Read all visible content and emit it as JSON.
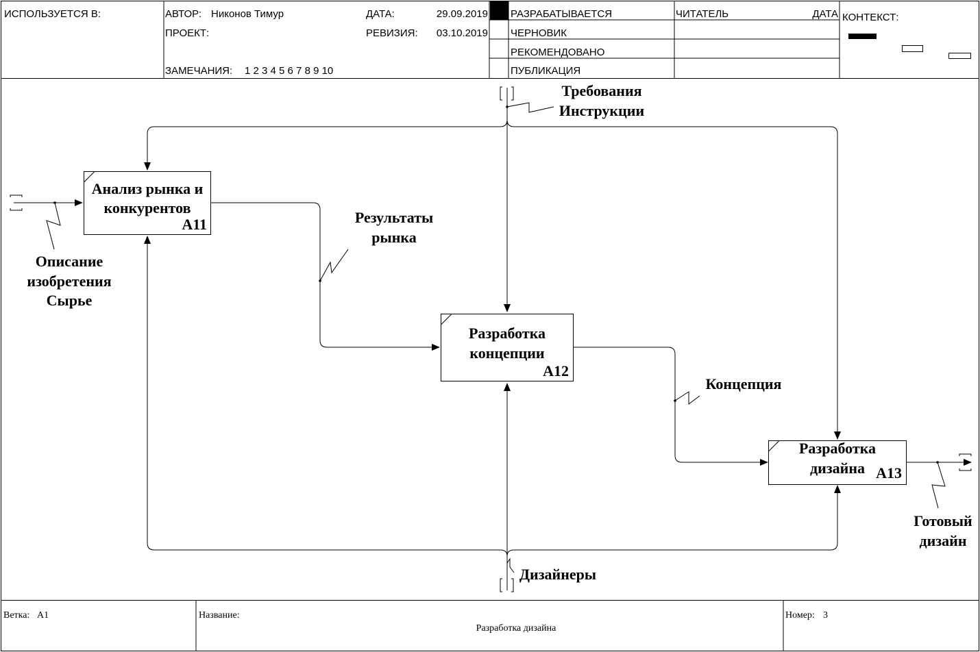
{
  "header": {
    "used_in_label": "ИСПОЛЬЗУЕТСЯ В:",
    "author_label": "АВТОР:",
    "author_value": "Никонов Тимур",
    "project_label": "ПРОЕКТ:",
    "notes_label": "ЗАМЕЧАНИЯ:",
    "notes_numbers": "1 2 3 4 5 6 7 8 9 10",
    "date_label": "ДАТА:",
    "date_value": "29.09.2019",
    "revision_label": "РЕВИЗИЯ:",
    "revision_value": "03.10.2019",
    "status": [
      "РАЗРАБАТЫВАЕТСЯ",
      "ЧЕРНОВИК",
      "РЕКОМЕНДОВАНО",
      "ПУБЛИКАЦИЯ"
    ],
    "reader_label": "ЧИТАТЕЛЬ",
    "reader_date_label": "ДАТА",
    "context_label": "КОНТЕКСТ:"
  },
  "boxes": {
    "a11": {
      "title_line1": "Анализ рынка и",
      "title_line2": "конкурентов",
      "node": "A11"
    },
    "a12": {
      "title_line1": "Разработка",
      "title_line2": "концепции",
      "node": "A12"
    },
    "a13": {
      "title_line1": "Разработка",
      "title_line2": "дизайна",
      "node": "A13"
    }
  },
  "arrows": {
    "controls": {
      "line1": "Требования",
      "line2": "Инструкции"
    },
    "inputs": {
      "line1": "Описание",
      "line2": "изобретения",
      "line3": "Сырье"
    },
    "market_results": {
      "line1": "Результаты",
      "line2": "рынка"
    },
    "concept": {
      "line1": "Концепция"
    },
    "output": {
      "line1": "Готовый",
      "line2": "дизайн"
    },
    "mechanism": {
      "line1": "Дизайнеры"
    }
  },
  "footer": {
    "branch_label": "Ветка:",
    "branch_value": "A1",
    "title_label": "Название:",
    "title_value": "Разработка дизайна",
    "number_label": "Номер:",
    "number_value": "3"
  }
}
